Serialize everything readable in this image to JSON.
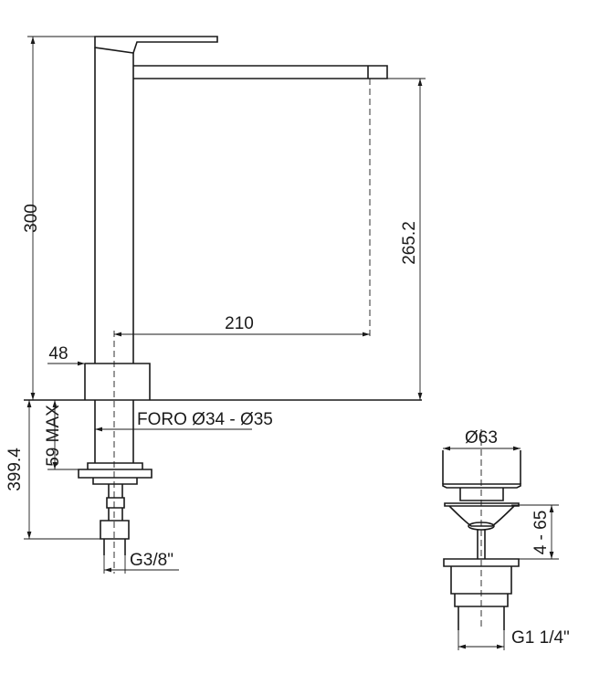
{
  "dimensions": {
    "total_height": "300",
    "spout_height": "265.2",
    "spout_reach": "210",
    "base_diameter": "48",
    "hole": "FORO Ø34 - Ø35",
    "max_thickness": "59 MAX",
    "below_deck": "399.4",
    "inlet_thread": "G3/8\"",
    "plug_diameter": "Ø63",
    "plug_range": "4 - 65",
    "waste_thread": "G1 1/4\""
  }
}
